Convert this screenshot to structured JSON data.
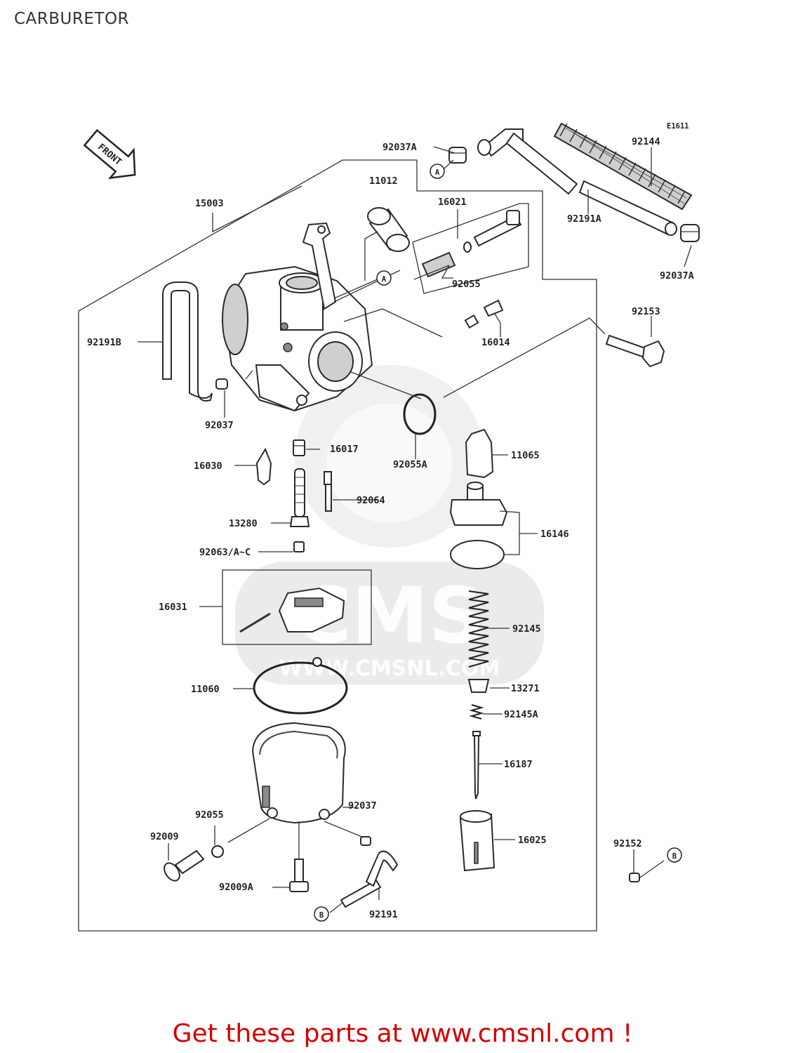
{
  "page": {
    "title": "CARBURETOR",
    "diagram_code": "E1611",
    "front_label": "FRONT",
    "watermark": "CMS",
    "watermark_url": "WWW.CMSNL.COM",
    "promo": "Get these parts at www.cmsnl.com !"
  },
  "callouts": {
    "a": "A",
    "b": "B"
  },
  "parts": {
    "p15003": "15003",
    "p11012": "11012",
    "p16021": "16021",
    "p92055_top": "92055",
    "p92037A_top": "92037A",
    "p92144": "92144",
    "p92191A": "92191A",
    "p92037A_right": "92037A",
    "p92153": "92153",
    "p16014": "16014",
    "p92191B": "92191B",
    "p92037_left": "92037",
    "p92055A": "92055A",
    "p16017": "16017",
    "p16030": "16030",
    "p11065": "11065",
    "p92064": "92064",
    "p13280": "13280",
    "p16146": "16146",
    "p92063": "92063/A~C",
    "p16031": "16031",
    "p92145": "92145",
    "p11060": "11060",
    "p13271": "13271",
    "p92145A": "92145A",
    "p16187": "16187",
    "p92037_bottom": "92037",
    "p92055_bottom": "92055",
    "p92009": "92009",
    "p16025": "16025",
    "p92152": "92152",
    "p92009A": "92009A",
    "p92191": "92191"
  }
}
